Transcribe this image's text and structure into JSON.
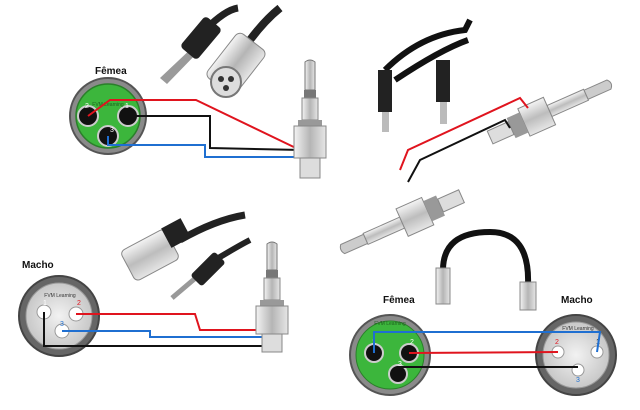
{
  "labels": {
    "femea_top": "Fêmea",
    "macho_left": "Macho",
    "femea_bottom": "Fêmea",
    "macho_bottom": "Macho"
  },
  "watermark": "FVM Learning",
  "pin_numbers": {
    "one": "1",
    "two": "2",
    "three": "3"
  },
  "colors": {
    "wire_red": "#e0141e",
    "wire_black": "#111111",
    "wire_blue": "#1f6fd1",
    "female_face": "#3cb63c",
    "metal": "#bdbdbd"
  },
  "icons": {
    "stereo_plug_photo": "trs-jack-plug-photo",
    "xlr_female_photo": "xlr-female-connector-photo",
    "xlr_male_photo": "xlr-male-connector-photo",
    "cable_photo": "coiled-cable-photo"
  }
}
